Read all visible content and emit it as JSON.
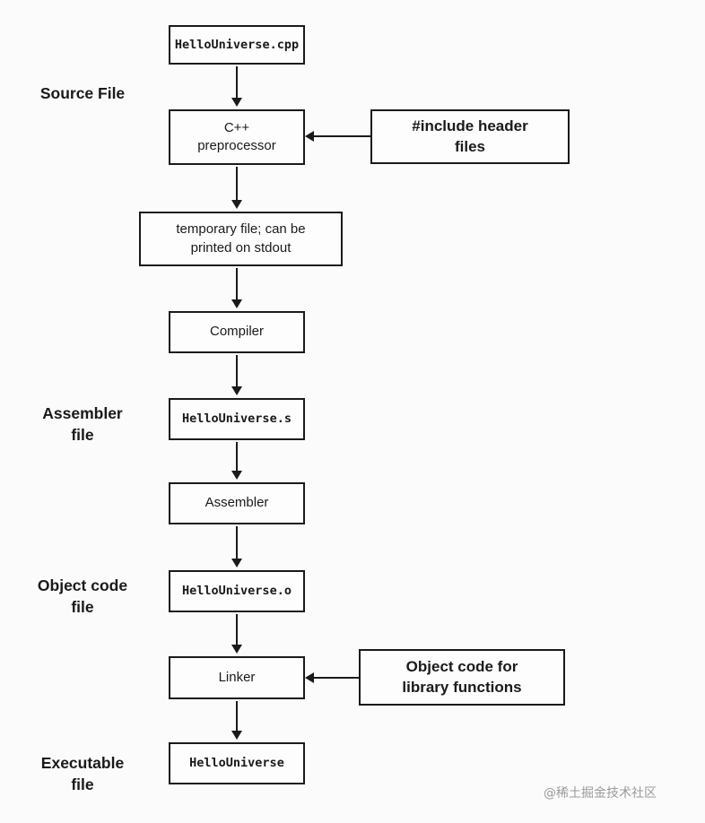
{
  "diagram": {
    "nodes": {
      "source_cpp": "HelloUniverse.cpp",
      "preprocessor": "C++\npreprocessor",
      "include_headers": "#include header\nfiles",
      "temp_file": "temporary file; can be\nprinted on stdout",
      "compiler": "Compiler",
      "assembly_file": "HelloUniverse.s",
      "assembler": "Assembler",
      "object_file": "HelloUniverse.o",
      "linker": "Linker",
      "library_objects": "Object code for\nlibrary functions",
      "executable": "HelloUniverse"
    },
    "side_labels": {
      "source": "Source File",
      "assembler": "Assembler\nfile",
      "object": "Object code\nfile",
      "executable": "Executable\nfile"
    },
    "watermark": "@稀土掘金技术社区",
    "colors": {
      "stroke": "#1a1a1a",
      "background": "#fbfbfb",
      "watermark": "#9b9b9b"
    }
  }
}
